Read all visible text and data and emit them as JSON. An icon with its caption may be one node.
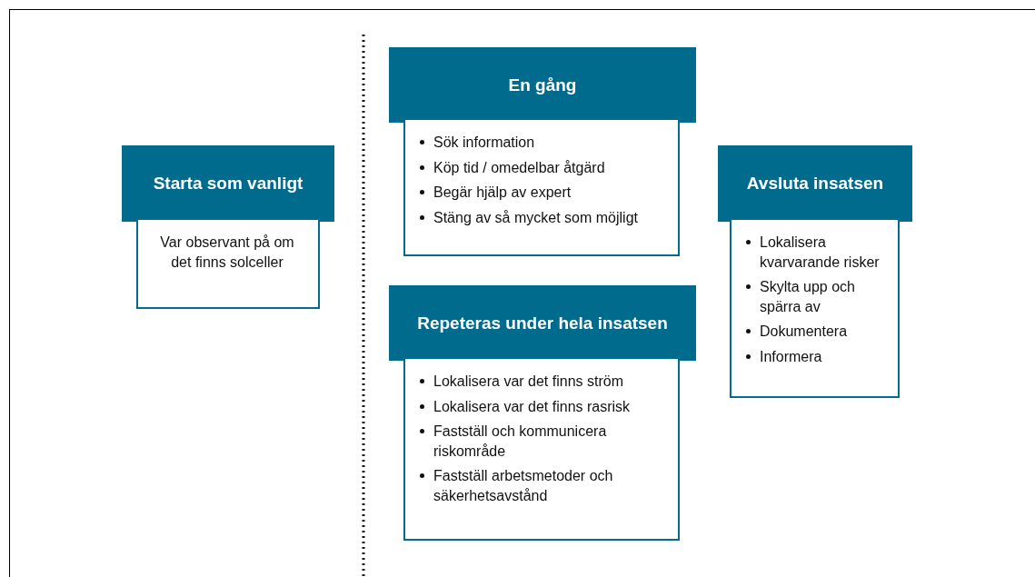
{
  "diagram": {
    "nodes": [
      {
        "text": [
          "Starta som vanligt"
        ]
      },
      {
        "text": [
          "Var observant på om det finns solceller"
        ]
      },
      {
        "text": [
          "En gång"
        ]
      },
      {
        "text": [
          "Sök information",
          "Köp tid / omedelbar åtgärd",
          "Begär hjälp av expert",
          "Stäng av så mycket som möjligt"
        ]
      },
      {
        "text": [
          "Repeteras under hela insatsen"
        ]
      },
      {
        "text": [
          "Lokalisera var det finns ström",
          "Lokalisera var det finns rasrisk",
          "Fastställ och kommunicera riskområde",
          "Fastställ arbetsmetoder och säkerhetsavstånd"
        ]
      },
      {
        "text": [
          "Avsluta insatsen"
        ]
      },
      {
        "text": [
          "Lokalisera kvarvarande risker",
          "Skylta upp och spärra av",
          "Dokumentera",
          "Informera"
        ]
      }
    ]
  }
}
